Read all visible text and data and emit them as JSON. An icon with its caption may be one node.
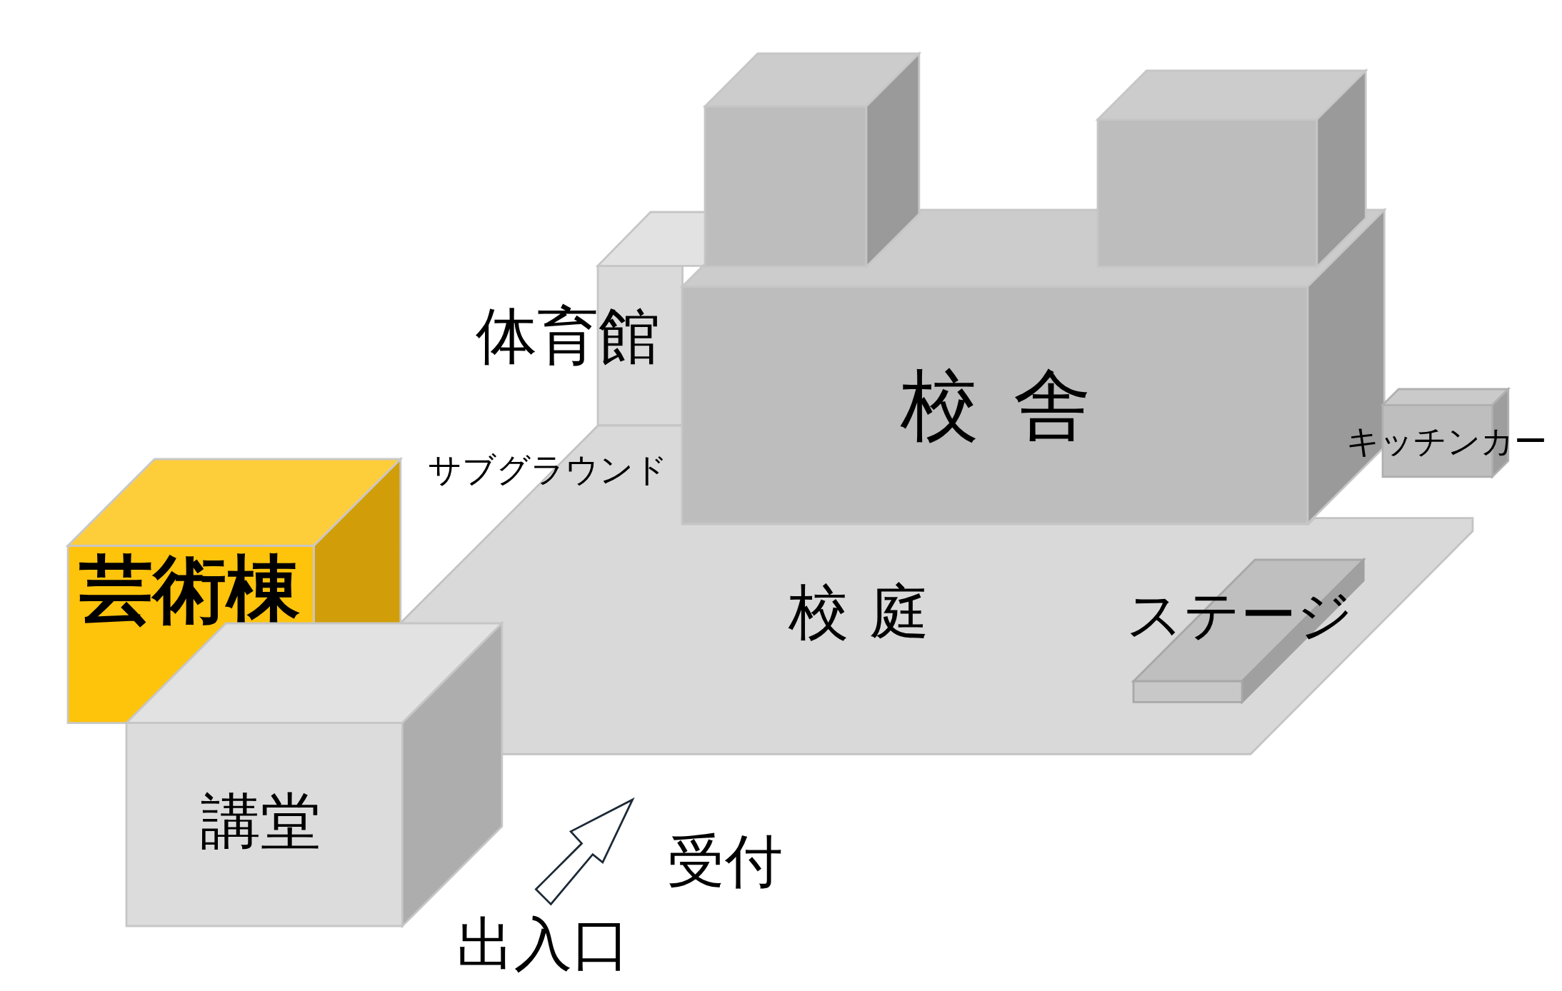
{
  "diagram": {
    "nodes": [
      {
        "text": [],
        "shape": "box"
      },
      {
        "text": [],
        "shape": "box"
      },
      {
        "text": [
          "体育館"
        ]
      },
      {
        "text": [
          "校舎"
        ]
      },
      {
        "text": [
          "キッチンカー"
        ]
      },
      {
        "text": [
          "芸術棟"
        ]
      },
      {
        "text": [
          "校庭"
        ]
      },
      {
        "text": [
          "ステージ"
        ],
        "in": 6
      },
      {
        "text": [
          "講堂"
        ]
      }
    ],
    "labels": [
      "サブグラウンド",
      "受付",
      "出入口"
    ]
  }
}
